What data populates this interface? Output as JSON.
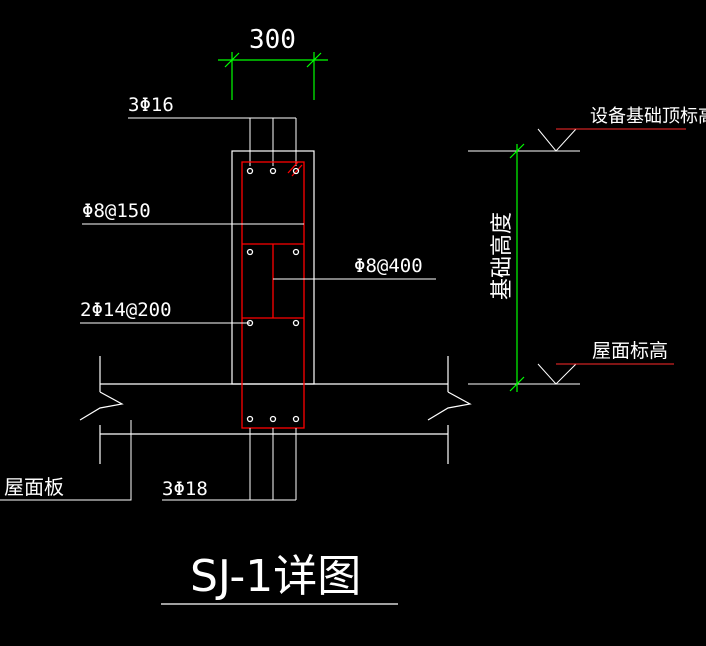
{
  "drawing": {
    "dimension_width": "300",
    "top_bars_label": "3Φ16",
    "stirrup_label": "Φ8@150",
    "tie_label": "Φ8@400",
    "side_bars_label": "2Φ14@200",
    "roof_slab_label": "屋面板",
    "bottom_bars_label": "3Φ18",
    "foundation_top_elevation_label": "设备基础顶标高",
    "roof_elevation_label": "屋面标高",
    "foundation_height_label": "基础高度",
    "title": "SJ-1详图"
  },
  "colors": {
    "background": "#000000",
    "lines": "#ffffff",
    "rebar": "#ff0000",
    "dimension": "#00ff00",
    "leader_red": "#ff2a2a"
  }
}
